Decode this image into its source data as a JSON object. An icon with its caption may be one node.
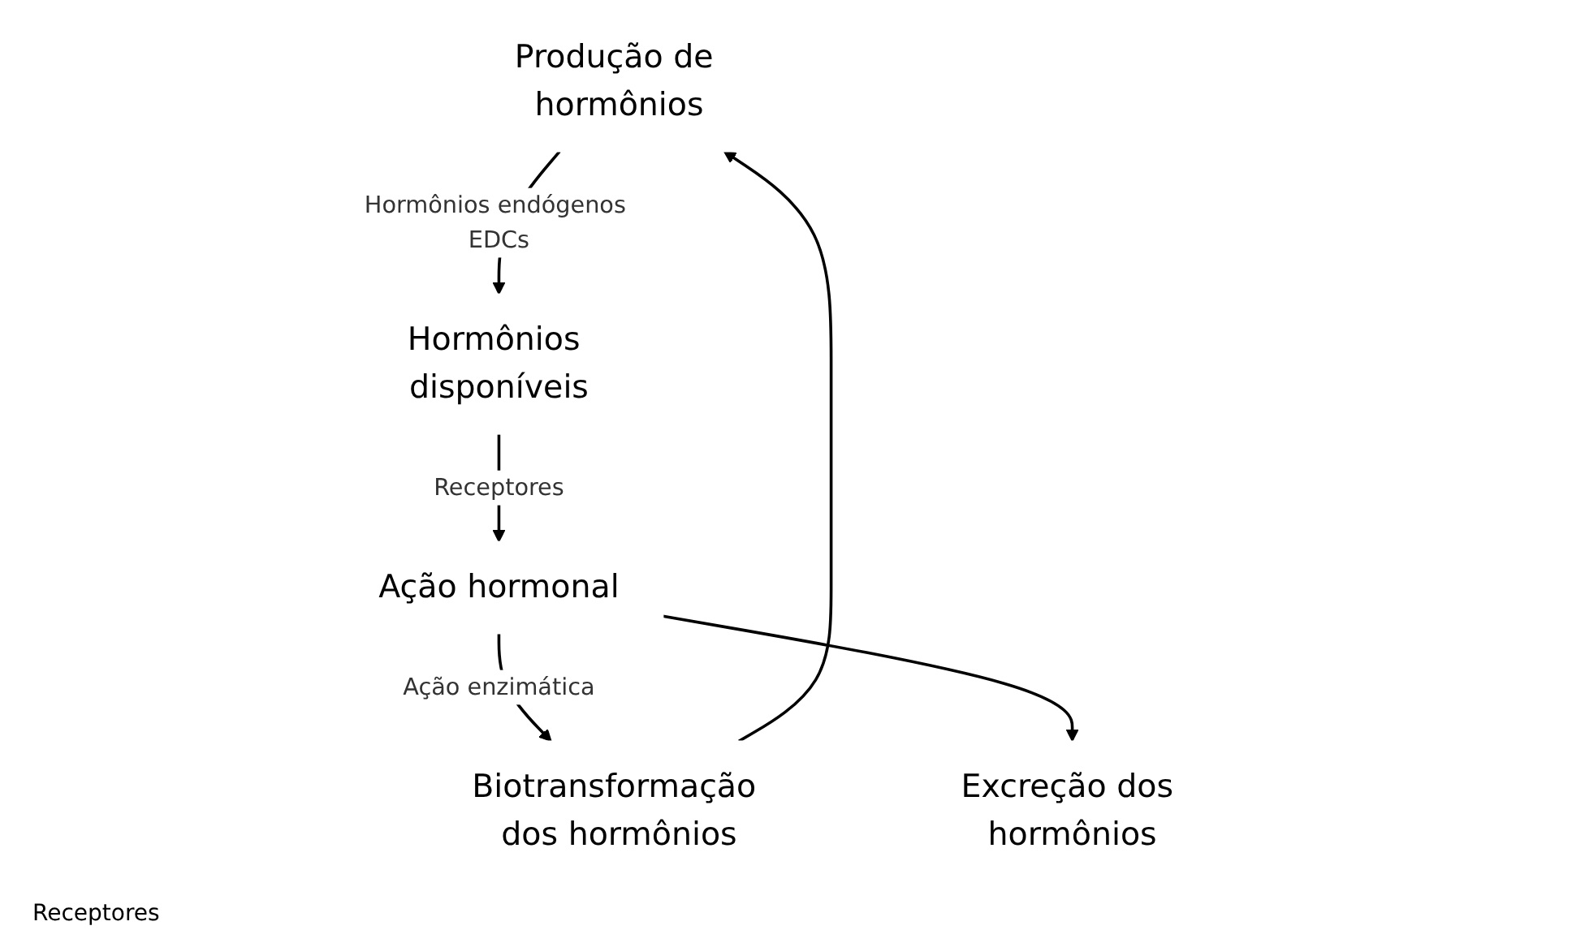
{
  "diagram": {
    "nodes": [
      {
        "text": [
          "Produção de hormônios"
        ]
      },
      {
        "text": [
          "Hormônios disponíveis"
        ]
      },
      {
        "text": [
          "Ação hormonal"
        ]
      },
      {
        "text": [
          "Excreção dos hormônios"
        ]
      },
      {
        "text": [
          "Biotransformação dos hormônios"
        ]
      }
    ],
    "edges": [
      {
        "from": 0,
        "to": 1,
        "arrow": "to",
        "label": "Hormônios endógenos EDCs"
      },
      {
        "from": 1,
        "to": 2,
        "arrow": "to",
        "label": "Receptores"
      },
      {
        "from": 2,
        "to": 4,
        "arrow": "to",
        "label": "Ação enzimática"
      },
      {
        "from": 2,
        "to": 3,
        "arrow": "to"
      },
      {
        "from": 4,
        "to": 0,
        "arrow": "to"
      }
    ],
    "labels": [
      "Receptores"
    ]
  }
}
